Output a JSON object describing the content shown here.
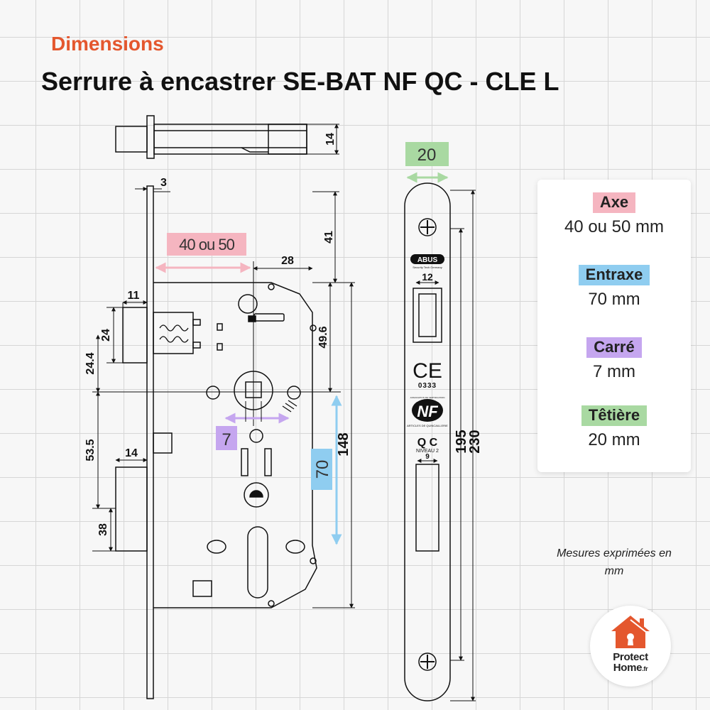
{
  "header": {
    "eyebrow": "Dimensions",
    "title": "Serrure à encastrer SE-BAT NF QC - CLE L"
  },
  "colors": {
    "accent": "#e4572e",
    "axe": "#f5b5c0",
    "entraxe": "#8fcdf0",
    "carre": "#c5a6ef",
    "tetiere": "#a9d9a2",
    "line": "#111111"
  },
  "drawing": {
    "dims": {
      "d14_top": "14",
      "d3": "3",
      "d41": "41",
      "d28": "28",
      "d11": "11",
      "d24": "24",
      "d24_4": "24.4",
      "d49_6": "49.6",
      "d53_5": "53.5",
      "d14_left": "14",
      "d38": "38",
      "d148": "148",
      "d20": "20",
      "d12": "12",
      "d9": "9",
      "d195": "195",
      "d230": "230"
    },
    "callouts": {
      "axe": "40 ou 50",
      "carre": "7",
      "entraxe": "70"
    },
    "faceplate_marks": {
      "brand": "ABUS",
      "brand_sub": "Security Tech Germany",
      "ce": "CE",
      "ce_number": "0333",
      "nf_ring": "ASSOCIATION DE CERTIFICATION",
      "nf": "NF",
      "nf_sub": "ARTICLES DE QUINCAILLERIE",
      "qc": "Q C",
      "level": "NIVEAU 2"
    }
  },
  "specs": [
    {
      "label": "Axe",
      "value": "40 ou 50 mm"
    },
    {
      "label": "Entraxe",
      "value": "70 mm"
    },
    {
      "label": "Carré",
      "value": "7 mm"
    },
    {
      "label": "Têtière",
      "value": "20 mm"
    }
  ],
  "note": "Mesures exprimées en mm",
  "logo": {
    "line1": "Protect",
    "line2": "Home",
    "tld": ".fr"
  }
}
